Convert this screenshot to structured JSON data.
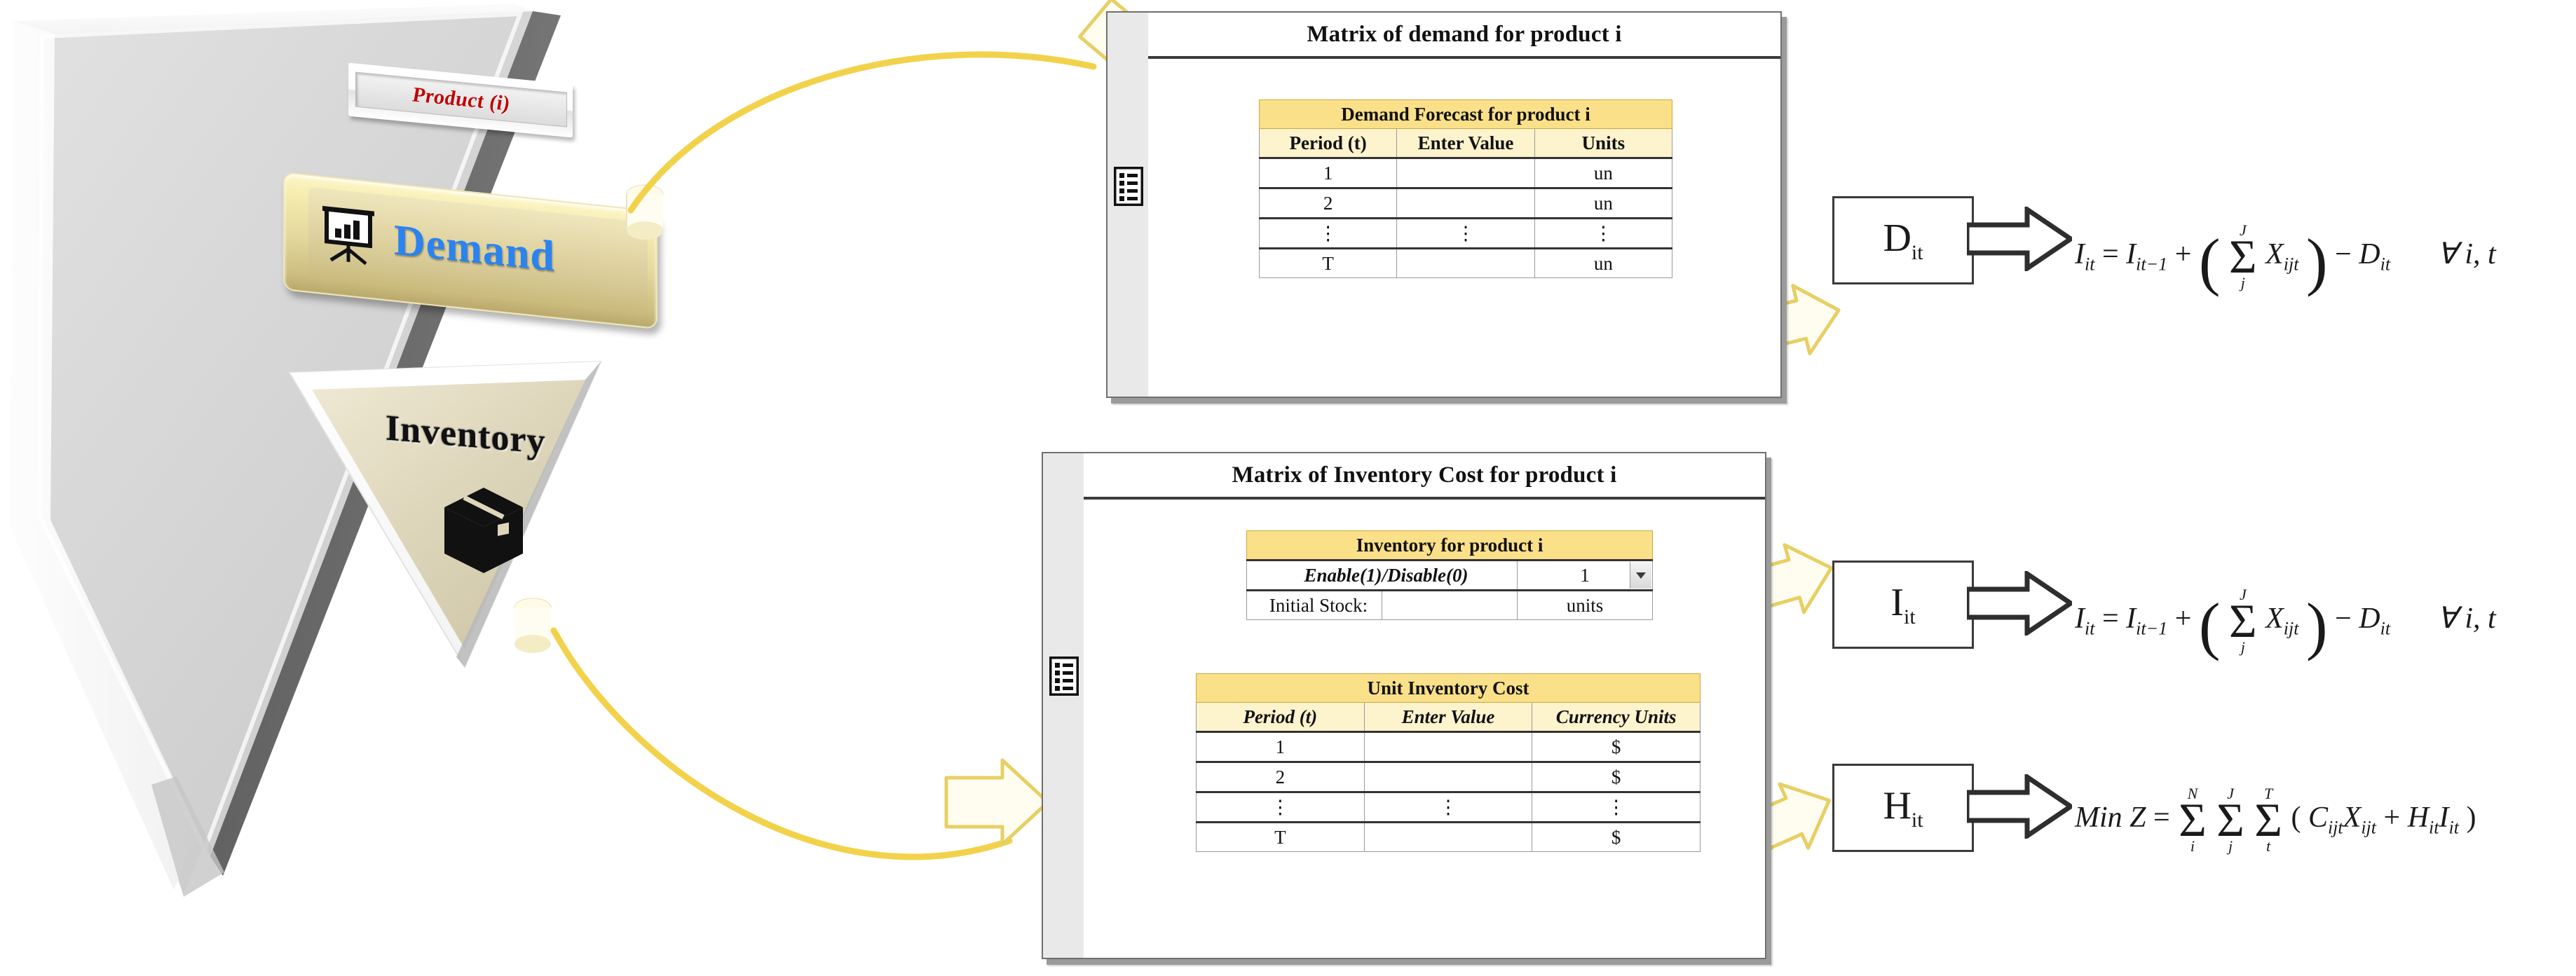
{
  "pyramid": {
    "product_label": "Product (i)",
    "demand_label": "Demand",
    "demand_icon": "presentation-chart-icon",
    "inventory_label": "Inventory",
    "inventory_icon": "box-3d-icon",
    "colors": {
      "product_text": "#c00000",
      "demand_text": "#2a83f0",
      "button_gold": "#e2d6a6",
      "inventory_beige": "#ded6bb"
    }
  },
  "demand_panel": {
    "title": "Matrix of demand for product i",
    "gutter_icon": "list-form-icon",
    "table": {
      "band_title": "Demand Forecast for product i",
      "headers": [
        "Period (t)",
        "Enter Value",
        "Units"
      ],
      "rows": [
        [
          "1",
          "",
          "un"
        ],
        [
          "2",
          "",
          "un"
        ],
        [
          "⋮",
          "⋮",
          "⋮"
        ],
        [
          "T",
          "",
          "un"
        ]
      ]
    }
  },
  "inventory_panel": {
    "title": "Matrix of Inventory Cost for product i",
    "gutter_icon": "list-form-icon",
    "enable_table": {
      "band_title": "Inventory for product i",
      "rows": [
        {
          "label": "Enable(1)/Disable(0)",
          "value": "1",
          "unit": "",
          "control": "dropdown"
        },
        {
          "label": "Initial Stock:",
          "value": "",
          "unit": "units",
          "control": "input"
        }
      ]
    },
    "cost_table": {
      "band_title": "Unit Inventory Cost",
      "headers": [
        "Period (t)",
        "Enter Value",
        "Currency Units"
      ],
      "rows": [
        [
          "1",
          "",
          "$"
        ],
        [
          "2",
          "",
          "$"
        ],
        [
          "⋮",
          "⋮",
          "⋮"
        ],
        [
          "T",
          "",
          "$"
        ]
      ]
    }
  },
  "variables": [
    {
      "id": "D_it",
      "base": "D",
      "sub": "it"
    },
    {
      "id": "I_it",
      "base": "I",
      "sub": "it"
    },
    {
      "id": "H_it",
      "base": "H",
      "sub": "it"
    }
  ],
  "equations": {
    "balance_1": {
      "lhs": "I",
      "lhs_sub": "it",
      "eq": "=",
      "term1": "I",
      "term1_sub": "it−1",
      "plus": "+",
      "sum_upper": "J",
      "sum_lower": "j",
      "sum_body": "X",
      "sum_body_sub": "ijt",
      "minus": "−",
      "term3": "D",
      "term3_sub": "it",
      "forall": "∀ i, t"
    },
    "balance_2": {
      "lhs": "I",
      "lhs_sub": "it",
      "eq": "=",
      "term1": "I",
      "term1_sub": "it−1",
      "plus": "+",
      "sum_upper": "J",
      "sum_lower": "j",
      "sum_body": "X",
      "sum_body_sub": "ijt",
      "minus": "−",
      "term3": "D",
      "term3_sub": "it",
      "forall": "∀ i, t"
    },
    "objective": {
      "label": "Min Z",
      "eq": "=",
      "sums": [
        {
          "upper": "N",
          "lower": "i"
        },
        {
          "upper": "J",
          "lower": "j"
        },
        {
          "upper": "T",
          "lower": "t"
        }
      ],
      "open": "(",
      "c": "C",
      "c_sub": "ijt",
      "x": "X",
      "x_sub": "ijt",
      "plus": "+",
      "h": "H",
      "h_sub": "it",
      "i": "I",
      "i_sub": "it",
      "close": ")"
    }
  },
  "arrows": {
    "color": "#f2d24b",
    "flows": [
      {
        "from": "demand-button",
        "to": "demand-panel"
      },
      {
        "from": "demand-panel",
        "to": "d-it-box"
      },
      {
        "from": "inventory-tile",
        "to": "inventory-panel"
      },
      {
        "from": "inventory-panel",
        "to": "i-it-box"
      },
      {
        "from": "inventory-panel",
        "to": "h-it-box"
      }
    ]
  }
}
